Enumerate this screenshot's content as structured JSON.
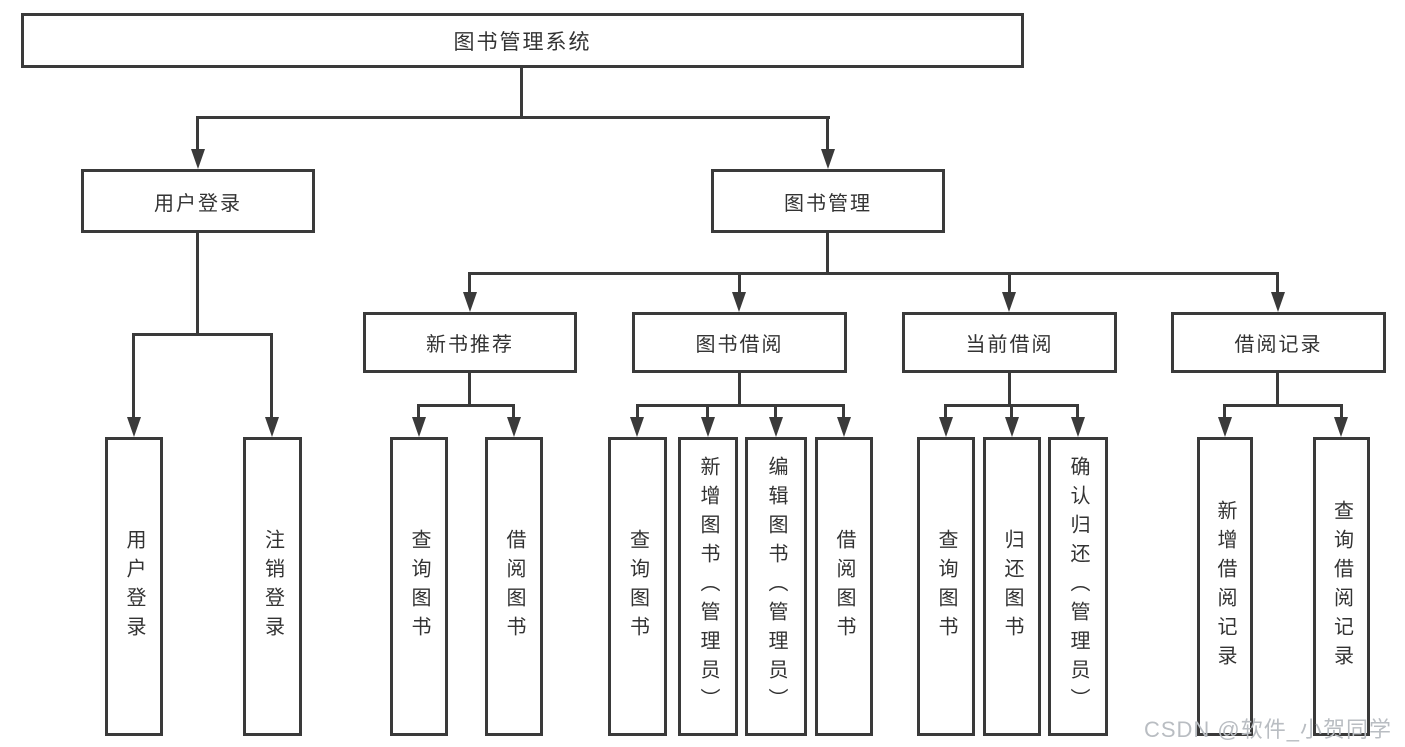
{
  "diagram": {
    "type": "hierarchy-tree",
    "orientation": "top-down",
    "arrow_style": "solid-triangle-down"
  },
  "tree": {
    "root": {
      "label": "图书管理系统"
    },
    "branches": [
      {
        "label": "用户登录",
        "leaves": [
          {
            "label": "用户登录"
          },
          {
            "label": "注销登录"
          }
        ]
      },
      {
        "label": "图书管理",
        "groups": [
          {
            "label": "新书推荐",
            "leaves": [
              {
                "label": "查询图书"
              },
              {
                "label": "借阅图书"
              }
            ]
          },
          {
            "label": "图书借阅",
            "leaves": [
              {
                "label": "查询图书"
              },
              {
                "label": "新增图书（管理员）"
              },
              {
                "label": "编辑图书（管理员）"
              },
              {
                "label": "借阅图书"
              }
            ]
          },
          {
            "label": "当前借阅",
            "leaves": [
              {
                "label": "查询图书"
              },
              {
                "label": "归还图书"
              },
              {
                "label": "确认归还（管理员）"
              }
            ]
          },
          {
            "label": "借阅记录",
            "leaves": [
              {
                "label": "新增借阅记录"
              },
              {
                "label": "查询借阅记录"
              }
            ]
          }
        ]
      }
    ]
  },
  "watermark": {
    "text": "CSDN @软件_小贺同学"
  },
  "colors": {
    "line": "#3a3a3a",
    "text": "#333333",
    "watermark": "#b9bdc2",
    "background": "#ffffff"
  }
}
